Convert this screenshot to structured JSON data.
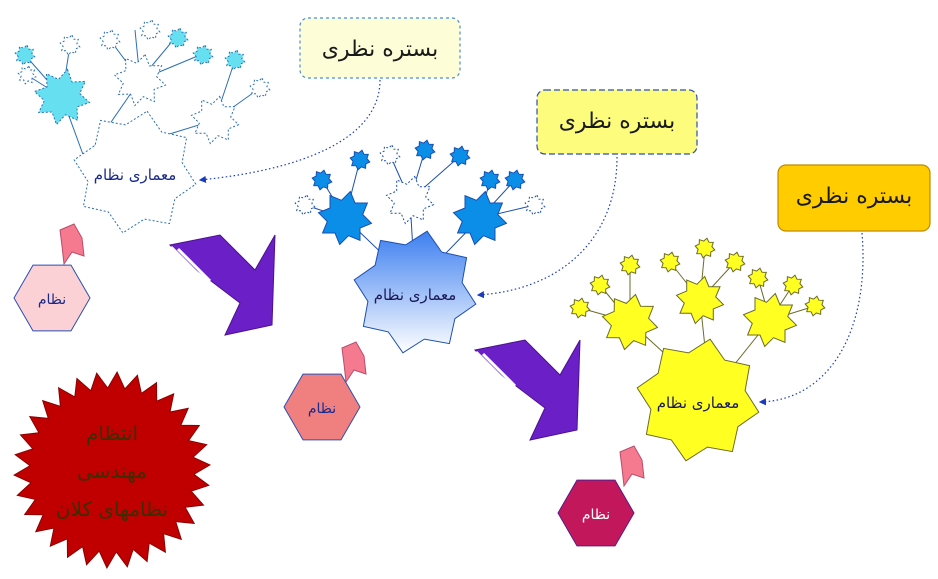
{
  "labels": {
    "theoretical_scope": "بستره نظری",
    "system_architecture": "معماری نظام",
    "system": "نظام",
    "seal_line1": "انتظام",
    "seal_line2": "مهندسی",
    "seal_line3": "نظامهای کلان"
  },
  "colors": {
    "stage1_star_fill": "#66e0f0",
    "stage1_outline": "#2a6fb5",
    "stage2_star_fill": "#0b8ee8",
    "stage2_arch_fill_top": "#3d7ff0",
    "stage3_star_fill": "#ffff22",
    "stage3_outline": "#6b6b2a",
    "scope_box1": "#fdfdd7",
    "scope_box2": "#fdfc7c",
    "scope_box3": "#ffcc00",
    "system_hex1": "#fcd1d6",
    "system_hex2": "#f08080",
    "system_hex3": "#c2185b",
    "flag": "#f5798f",
    "big_arrow": "#6b1fc6",
    "seal": "#c00000",
    "seal_text": "#3a2f00",
    "connector": "#1a3bbd"
  }
}
